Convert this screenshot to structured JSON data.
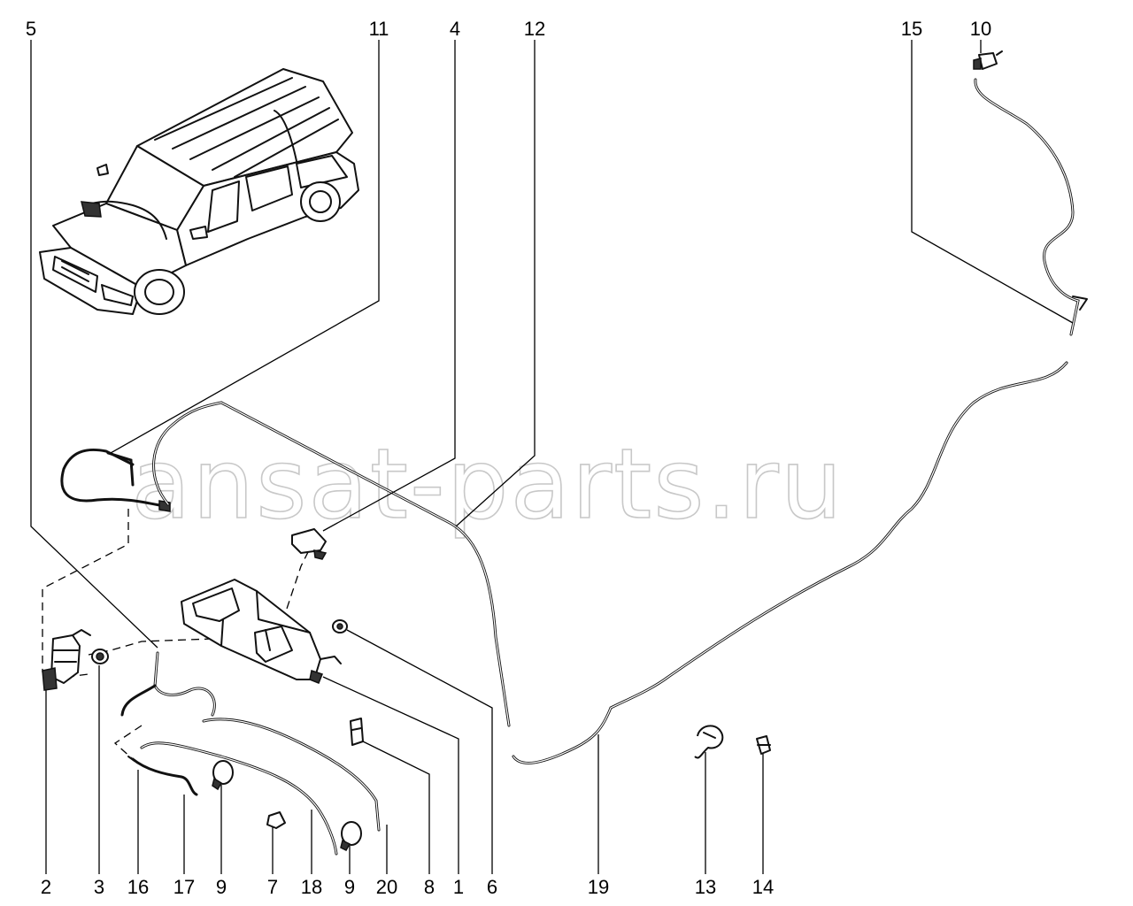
{
  "watermark": "ansat-parts.ru",
  "callouts": {
    "c5": "5",
    "c11": "11",
    "c4": "4",
    "c12": "12",
    "c15": "15",
    "c10": "10",
    "c2": "2",
    "c3": "3",
    "c16": "16",
    "c17": "17",
    "c9a": "9",
    "c7": "7",
    "c18": "18",
    "c9b": "9",
    "c20": "20",
    "c8": "8",
    "c1": "1",
    "c6": "6",
    "c19": "19",
    "c13": "13",
    "c14": "14"
  }
}
